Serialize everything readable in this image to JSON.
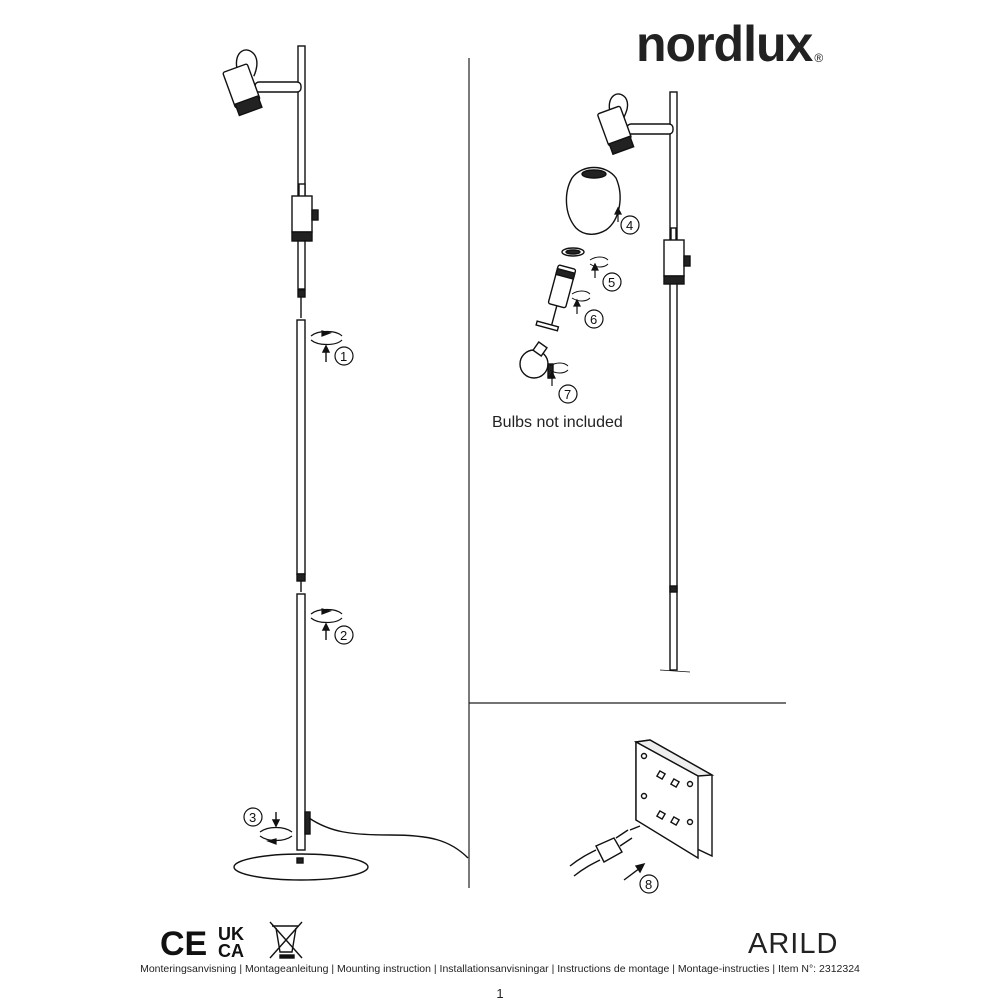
{
  "brand": {
    "name": "nordlux",
    "registered": "®"
  },
  "note": {
    "bulbs": "Bulbs not included"
  },
  "steps": [
    "1",
    "2",
    "3",
    "4",
    "5",
    "6",
    "7",
    "8"
  ],
  "certifications": {
    "ce": "CE",
    "ukca_top": "UK",
    "ukca_bottom": "CA",
    "weee_icon": "crossed-out-bin-icon"
  },
  "product": {
    "name": "ARILD"
  },
  "footer": {
    "text": "Monteringsanvisning | Montageanleitung | Mounting instruction | Installationsanvisningar | Instructions de montage | Montage-instructies | Item N°: 2312324"
  },
  "page": {
    "number": "1"
  }
}
